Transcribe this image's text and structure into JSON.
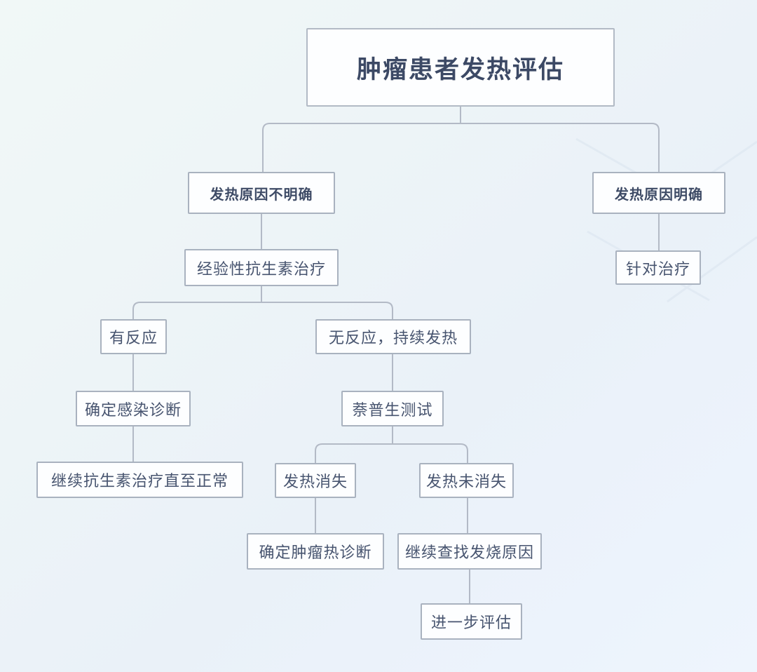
{
  "diagram": {
    "title": "肿瘤患者发热评估",
    "nodes": {
      "title": "肿瘤患者发热评估",
      "cause_unclear": "发热原因不明确",
      "cause_clear": "发热原因明确",
      "empiric_antibiotics": "经验性抗生素治疗",
      "targeted_treatment": "针对治疗",
      "has_response": "有反应",
      "no_response": "无反应，持续发热",
      "confirm_infection": "确定感染诊断",
      "naproxen_test": "萘普生测试",
      "continue_antibiotics": "继续抗生素治疗直至正常",
      "fever_resolved": "发热消失",
      "fever_not_resolved": "发热未消失",
      "confirm_tumor_fever": "确定肿瘤热诊断",
      "continue_investigation": "继续查找发烧原因",
      "further_evaluation": "进一步评估"
    },
    "edges": [
      {
        "from": "title",
        "to": "cause_unclear"
      },
      {
        "from": "title",
        "to": "cause_clear"
      },
      {
        "from": "cause_unclear",
        "to": "empiric_antibiotics"
      },
      {
        "from": "cause_clear",
        "to": "targeted_treatment"
      },
      {
        "from": "empiric_antibiotics",
        "to": "has_response"
      },
      {
        "from": "empiric_antibiotics",
        "to": "no_response"
      },
      {
        "from": "has_response",
        "to": "confirm_infection"
      },
      {
        "from": "confirm_infection",
        "to": "continue_antibiotics"
      },
      {
        "from": "no_response",
        "to": "naproxen_test"
      },
      {
        "from": "naproxen_test",
        "to": "fever_resolved"
      },
      {
        "from": "naproxen_test",
        "to": "fever_not_resolved"
      },
      {
        "from": "fever_resolved",
        "to": "confirm_tumor_fever"
      },
      {
        "from": "fever_not_resolved",
        "to": "continue_investigation"
      },
      {
        "from": "continue_investigation",
        "to": "further_evaluation"
      }
    ],
    "colors": {
      "background_top": "#f1f8f7",
      "background_bottom": "#eef5fd",
      "node_fill": "#fdfeff",
      "node_border": "#a9b2bf",
      "edge_line": "#b3bac6",
      "text": "#47546f",
      "title_text": "#3c4965"
    }
  }
}
